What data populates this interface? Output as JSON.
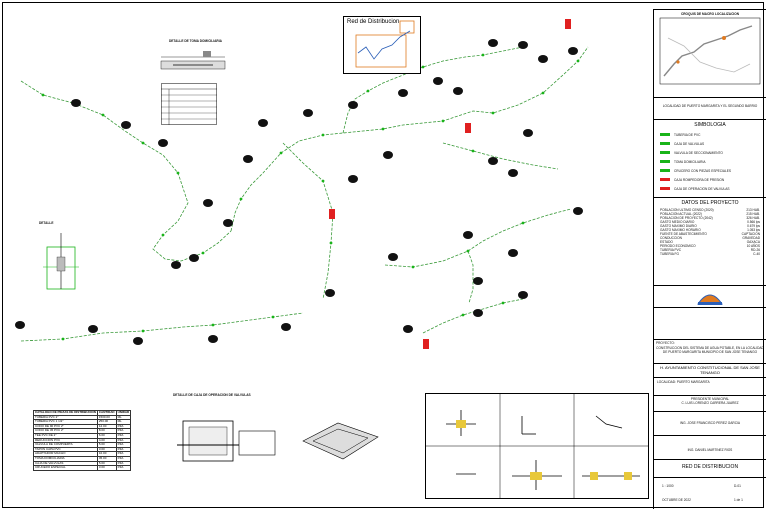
{
  "distribution_inset": {
    "title": "Red de Distribucion"
  },
  "detail_top": {
    "title": "DETALLE DE TOMA DOMICILIARIA"
  },
  "detail_left": {
    "title": "DETALLE"
  },
  "valve_box": {
    "title": "DETALLE DE CAJA DE OPERACION DE VALVULAS"
  },
  "title_block": {
    "location_header": "CROQUIS DE MACRO LOCALIZACION",
    "location_caption": "LOCALIDAD DE PUERTO MARGARITA Y EL SEGUNDO BARRIO",
    "simbologia_title": "SIMBOLOGIA",
    "simbologia_items": [
      "TUBERIA DE PVC",
      "CAJA DE VALVULAS",
      "VALVULA DE SECCIONAMIENTO",
      "TOMA DOMICILIARIA",
      "CRUCERO CON PIEZAS ESPECIALES",
      "CAJA ROMPEDORA DE PRESION",
      "CAJA DE OPERACION DE VALVULAS"
    ],
    "datos_title": "DATOS DEL PROYECTO",
    "datos": [
      {
        "label": "POBLACION ULTIMO CENSO (2020)",
        "value": "213 HAB."
      },
      {
        "label": "POBLACION ACTUAL (2022)",
        "value": "215 HAB."
      },
      {
        "label": "POBLACION DE PROYECTO (2042)",
        "value": "326 HAB."
      },
      {
        "label": "GASTO MEDIO DIARIO",
        "value": "0.566 lps"
      },
      {
        "label": "GASTO MAXIMO DIARIO",
        "value": "0.679 lps"
      },
      {
        "label": "GASTO MAXIMO HORARIO",
        "value": "1.053 lps"
      },
      {
        "label": "FUENTE DE ABASTECIMIENTO",
        "value": "CAPTACION"
      },
      {
        "label": "CONDUCCION",
        "value": "GRAVEDAD"
      },
      {
        "label": "ESTADO",
        "value": "OAXACA"
      },
      {
        "label": "PERIODO ECONOMICO",
        "value": "10 AÑOS"
      },
      {
        "label": "TUBERIA PVC",
        "value": "RD-26"
      },
      {
        "label": "TUBERIA FG",
        "value": "C-40"
      }
    ],
    "proyecto_label": "PROYECTO:",
    "proyecto": "CONSTRUCCION DEL SISTEMA DE AGUA POTABLE, EN LA LOCALIDAD DE PUERTO MARGARITA MUNICIPIO DE SAN JOSE TENANGO",
    "ayuntamiento": "H. AYUNTAMIENTO CONSTITUCIONAL DE SAN JOSE TENANGO",
    "ubicacion": "LOCALIDAD: PUERTO MARGARITA",
    "presidente_title": "PRESIDENTE MUNICIPAL",
    "presidente": "C. LUIS LORENZO CARRERA JUAREZ",
    "director": "ING. JOSE FRANCISCO PEREZ GARCIA",
    "elaboro": "ING. DANIEL MARTINEZ RIOS",
    "plano_title": "RED DE DISTRIBUCION",
    "escala": "1 : 1000",
    "fecha": "OCTUBRE DE 2022",
    "plano_no": "D-01",
    "hoja": "1 de 1"
  },
  "materials_table": {
    "headers": [
      "CATALOGO DE PIEZAS DE DISTRIBUCION",
      "CANTIDAD",
      "UNIDAD"
    ],
    "rows": [
      [
        "TUBERIA PVC 2\"",
        "1500.00",
        "ML"
      ],
      [
        "TUBERIA PVC 1 1/2\"",
        "250.00",
        "ML"
      ],
      [
        "CODO DE 90 PVC 2\"",
        "12.00",
        "PZA"
      ],
      [
        "CODO DE 45 PVC 2\"",
        "8.00",
        "PZA"
      ],
      [
        "TEE PVC DE 2\"",
        "6.00",
        "PZA"
      ],
      [
        "REDUCCION PVC",
        "4.00",
        "PZA"
      ],
      [
        "VALVULA DE COMPUERTA",
        "5.00",
        "PZA"
      ],
      [
        "TAPON CAPA PVC",
        "3.00",
        "PZA"
      ],
      [
        "ADAPTADOR MACHO",
        "10.00",
        "PZA"
      ],
      [
        "TOMA DOMICILIARIA",
        "45.00",
        "PZA"
      ],
      [
        "CAJA DE VALVULAS",
        "5.00",
        "PZA"
      ],
      [
        "CRUCERO ESPECIAL",
        "3.00",
        "PZA"
      ]
    ]
  }
}
